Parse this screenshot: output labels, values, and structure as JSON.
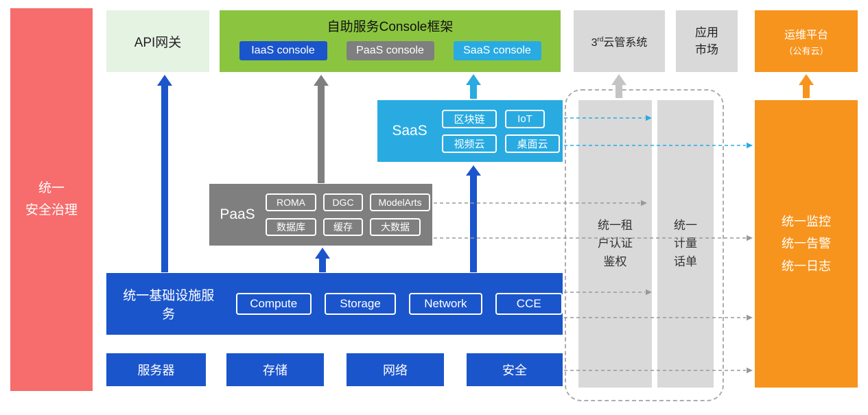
{
  "colors": {
    "red": "#F76C6C",
    "light_green": "#E5F3E3",
    "green": "#8BC53F",
    "blue": "#1B55CB",
    "gray": "#7F7F7F",
    "light_gray": "#D9D9D9",
    "cyan": "#29ABE2",
    "orange": "#F7941E"
  },
  "security_bar": {
    "label": "统一\n安全治理"
  },
  "api_gateway": {
    "label": "API网关"
  },
  "console_frame": {
    "title": "自助服务Console框架",
    "consoles": [
      {
        "label": "IaaS console",
        "color": "#1B55CB"
      },
      {
        "label": "PaaS console",
        "color": "#7F7F7F"
      },
      {
        "label": "SaaS console",
        "color": "#29ABE2"
      }
    ]
  },
  "third_party": {
    "num": "3",
    "sup": "rd",
    "rest": "云管系统"
  },
  "app_market": {
    "label": "应用\n市场"
  },
  "om_platform": {
    "line1": "运维平台",
    "line2": "（公有云）"
  },
  "saas": {
    "label": "SaaS",
    "items": [
      "区块链",
      "IoT",
      "视频云",
      "桌面云"
    ]
  },
  "paas": {
    "label": "PaaS",
    "items": [
      "ROMA",
      "DGC",
      "ModelArts",
      "数据库",
      "缓存",
      "大数据"
    ]
  },
  "infra": {
    "label": "统一基础设施服务",
    "items": [
      "Compute",
      "Storage",
      "Network",
      "CCE"
    ]
  },
  "bottom_boxes": [
    "服务器",
    "存储",
    "网络",
    "安全"
  ],
  "auth_bar": {
    "label": "统一租\n户认证\n鉴权"
  },
  "metering_bar": {
    "label": "统一\n计量\n话单"
  },
  "monitor_box": {
    "label": "统一监控\n统一告警\n统一日志"
  }
}
